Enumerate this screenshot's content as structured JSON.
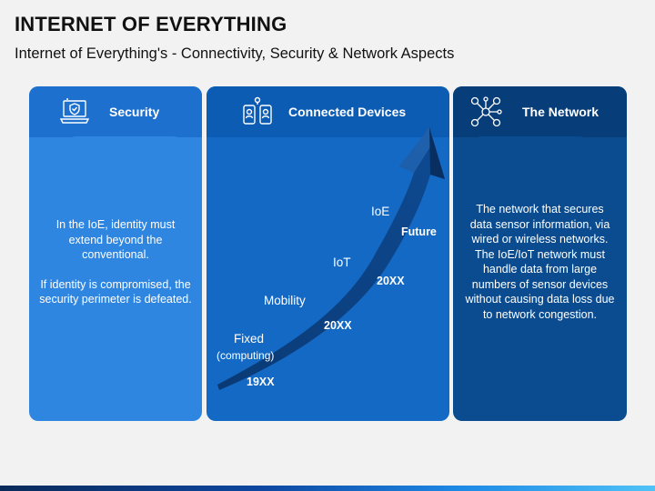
{
  "header": {
    "title": "INTERNET OF EVERYTHING",
    "subtitle": "Internet of Everything's - Connectivity, Security & Network Aspects"
  },
  "security": {
    "title": "Security",
    "icon": "laptop-shield-icon",
    "para1": "In the IoE, identity must extend beyond the conventional.",
    "para2": "If identity is compromised, the security perimeter is defeated."
  },
  "devices": {
    "title": "Connected Devices",
    "icon": "connected-devices-icon",
    "stages": [
      {
        "label": "Fixed",
        "sub": "(computing)",
        "year": "19XX"
      },
      {
        "label": "Mobility",
        "year": "20XX"
      },
      {
        "label": "IoT",
        "year": "20XX"
      },
      {
        "label": "IoE",
        "year": "Future"
      }
    ]
  },
  "network": {
    "title": "The Network",
    "icon": "network-people-icon",
    "text": "The network that secures data sensor information, via wired or wireless networks. The IoE/IoT network must handle data from large numbers of sensor devices without causing data loss due to network congestion."
  },
  "colors": {
    "security_panel": "#2f86e0",
    "devices_panel": "#1469c5",
    "network_panel": "#0a4c8f",
    "arrow": "#0b3f7e"
  }
}
